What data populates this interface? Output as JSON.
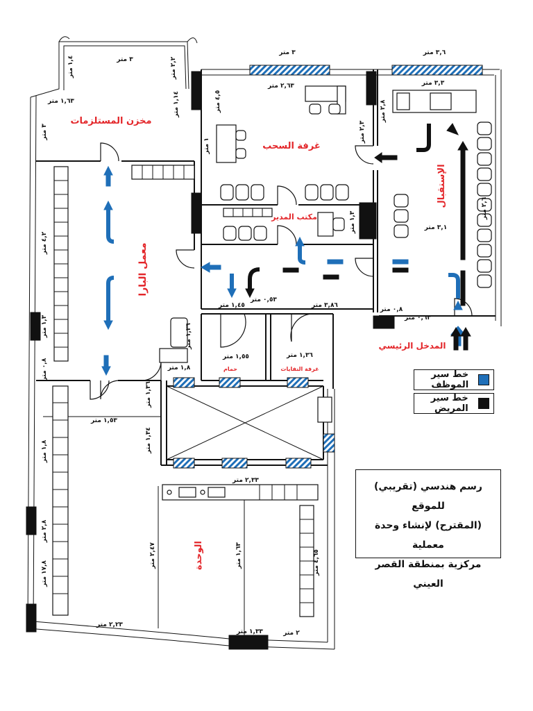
{
  "rooms": {
    "supplies": "مخزن المستلزمات",
    "sampling": "غرفة السحب",
    "manager": "مكتب المدير",
    "reception": "الإستقبال",
    "lab": "معمل البارا",
    "unit": "الوحدة",
    "bathroom": "حمام",
    "waste": "غرفة النفايات",
    "entrance": "المدخل الرئيسي"
  },
  "dimensions": {
    "d1": "٣ متر",
    "d2": "٣,٦ متر",
    "d3": "٣ متر",
    "d4": "٢,٦٣ متر",
    "d5": "٣,٣ متر",
    "d6": "١,٦٣ متر",
    "d7": "١,١٤ متر",
    "d8": "٣ متر",
    "d9": "١,٤ متر",
    "d10": "٢,٢ متر",
    "d11": "٤,٥ متر",
    "d12": "١ متر",
    "d13": "٢,٨ متر",
    "d14": "٣,١ متر",
    "d15": "١,٤٥ متر",
    "d16": "٠,٥٣ متر",
    "d17": "٣,٨٦ متر",
    "d18": "٠,٨ متر",
    "d19": "٠,٦٣ متر",
    "d20": "١,٥٥ متر",
    "d21": "١,٣٦ متر",
    "d22": "١,٣٦ متر",
    "d23": "١,٨ متر",
    "d24": "١,٣٦ متر",
    "d25": "١,٥٣ متر",
    "d26": "١,٣٤ متر",
    "d27": "١,٨ متر",
    "d28": "٢,٤٧ متر",
    "d29": "١,٦٣ متر",
    "d30": "٢,٣٣ متر",
    "d31": "٤,٦٥ متر",
    "d32": "٢,٢٣ متر",
    "d33": "١,٣٣ متر",
    "d34": "٢ متر",
    "d35": "١٧,٨ متر",
    "d36": "٤,٢ متر",
    "d37": "١,٣ متر",
    "d38": "٢,٨ متر",
    "d39": "٢,٦ متر",
    "d40": "٠,٨ متر",
    "d41": "١,٣ متر",
    "d42": "٢,٣ متر"
  },
  "legend": {
    "staff": "خط سير الموظف",
    "patient": "خط سير المريض",
    "staff_color": "#1f6fb8",
    "patient_color": "#111111"
  },
  "note": {
    "line1": "رسم هندسي (تقريبي) للموقع",
    "line2": "(المقترح) لإنشاء وحدة معملية",
    "line3": "مركزية بمنطقة القصر العيني"
  }
}
